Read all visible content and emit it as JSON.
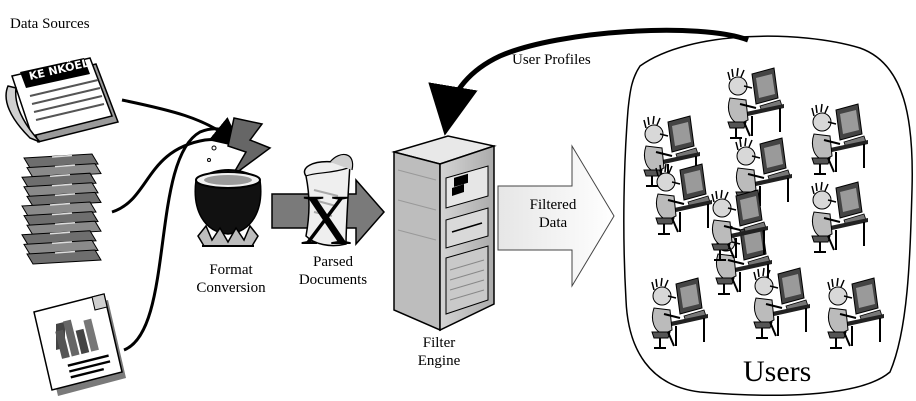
{
  "labels": {
    "data_sources": "Data Sources",
    "user_profiles": "User Profiles",
    "format_conversion_1": "Format",
    "format_conversion_2": "Conversion",
    "parsed_documents_1": "Parsed",
    "parsed_documents_2": "Documents",
    "filtered_data_1": "Filtered",
    "filtered_data_2": "Data",
    "filter_engine_1": "Filter",
    "filter_engine_2": "Engine",
    "users": "Users"
  },
  "newspaper_masthead": "KE NKÖEL",
  "parsed_doc_mark": "X",
  "user_count": 11
}
